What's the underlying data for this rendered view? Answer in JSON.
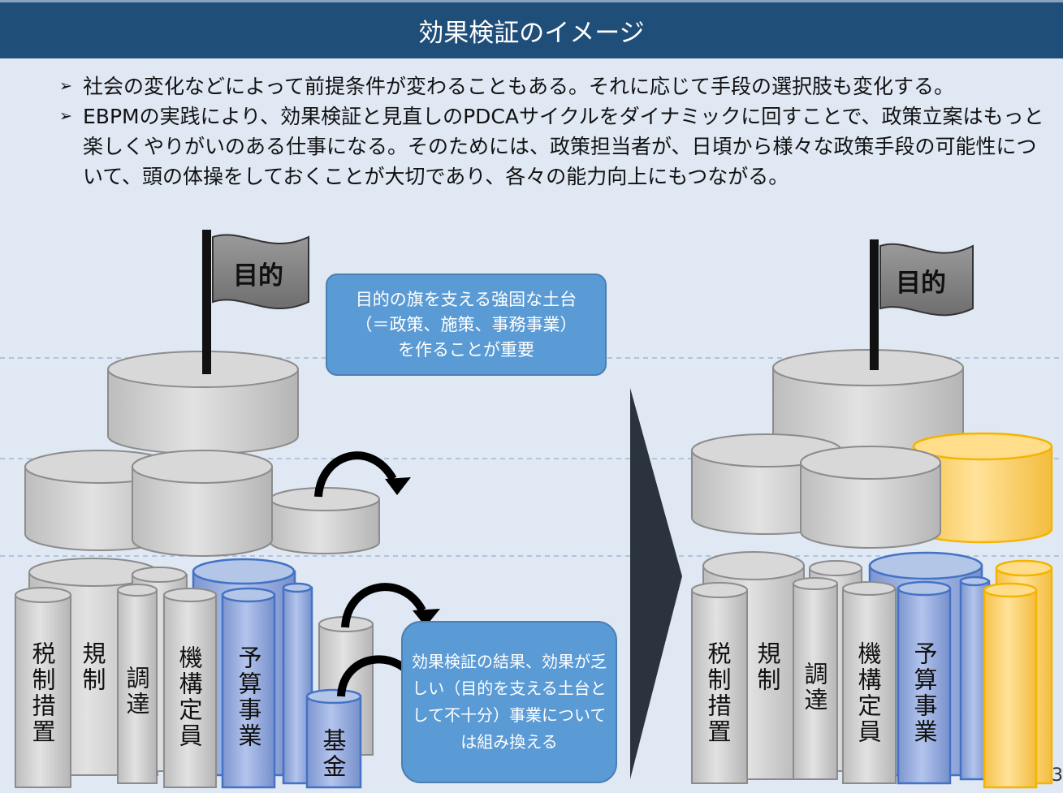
{
  "header": {
    "title": "効果検証のイメージ"
  },
  "bullets": [
    "社会の変化などによって前提条件が変わることもある。それに応じて手段の選択肢も変化する。",
    "EBPMの実践により、効果検証と見直しのPDCAサイクルをダイナミックに回すことで、政策立案はもっと楽しくやりがいのある仕事になる。そのためには、政策担当者が、日頃から様々な政策手段の可能性について、頭の体操をしておくことが大切であり、各々の能力向上にもつながる。"
  ],
  "flags": {
    "left": "目的",
    "right": "目的"
  },
  "callouts": {
    "top": "目的の旗を支える強固な土台（＝政策、施策、事務事業）を作ることが重要",
    "bottom": "効果検証の結果、効果が乏しい（目的を支える土台として不十分）事業については組み換える"
  },
  "left_pillars": [
    "税制措置",
    "規制",
    "調達",
    "機構定員",
    "予算事業",
    "基金"
  ],
  "right_pillars": [
    "税制措置",
    "規制",
    "調達",
    "機構定員",
    "予算事業"
  ],
  "page_number": "3",
  "colors": {
    "header": "#1f4e79",
    "background": "#dfe8f3",
    "gray": "#d0d0d0",
    "blue": "#8ea9db",
    "gold": "#ffd36b",
    "callout": "#5b9bd5",
    "divider": "#2f3a48"
  }
}
